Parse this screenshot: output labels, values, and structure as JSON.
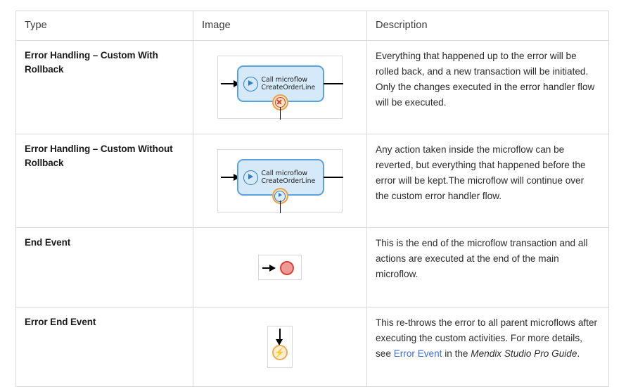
{
  "table": {
    "headers": {
      "type": "Type",
      "image": "Image",
      "description": "Description"
    },
    "rows": [
      {
        "type": "Error Handling – Custom With Rollback",
        "image": {
          "kind": "microflow-call-with-error-handler",
          "box_label_line1": "Call microflow",
          "box_label_line2": "CreateOrderLine",
          "badge": "error-rollback-badge"
        },
        "description": "Everything that happened up to the error will be rolled back, and a new transaction will be initiated. Only the changes executed in the error handler flow will be executed."
      },
      {
        "type": "Error Handling – Custom Without Rollback",
        "image": {
          "kind": "microflow-call-with-error-handler",
          "box_label_line1": "Call microflow",
          "box_label_line2": "CreateOrderLine",
          "badge": "error-continue-badge"
        },
        "description": "Any action taken inside the microflow can be reverted, but everything that happened before the error will be kept.The microflow will continue over the custom error handler flow."
      },
      {
        "type": "End Event",
        "image": {
          "kind": "end-event",
          "badge": "end-event-circle"
        },
        "description": "This is the end of the microflow transaction and all actions are executed at the end of the main microflow."
      },
      {
        "type": "Error End Event",
        "image": {
          "kind": "error-end-event",
          "badge": "error-end-event-circle"
        },
        "description_parts": {
          "before_link": "This re-throws the error to all parent microflows after executing the custom activities. For more details, see ",
          "link_text": "Error Event",
          "after_link": " in the ",
          "italic_text": "Mendix Studio Pro Guide",
          "tail": "."
        }
      }
    ]
  },
  "colors": {
    "link": "#3b6ddb",
    "microflow_fill": "#d5e9f9",
    "microflow_border": "#5ba3dd",
    "badge_fill": "#fbe3bd",
    "badge_border": "#e6a34a",
    "end_event_fill": "#f09a95",
    "end_event_border": "#e0403b",
    "error_end_fill": "#fdedd2",
    "error_end_border": "#eaad56",
    "table_border": "#d8d8d8"
  },
  "icons": {
    "play": "play-icon",
    "error_x": "error-cross-icon",
    "bolt": "⚡"
  }
}
